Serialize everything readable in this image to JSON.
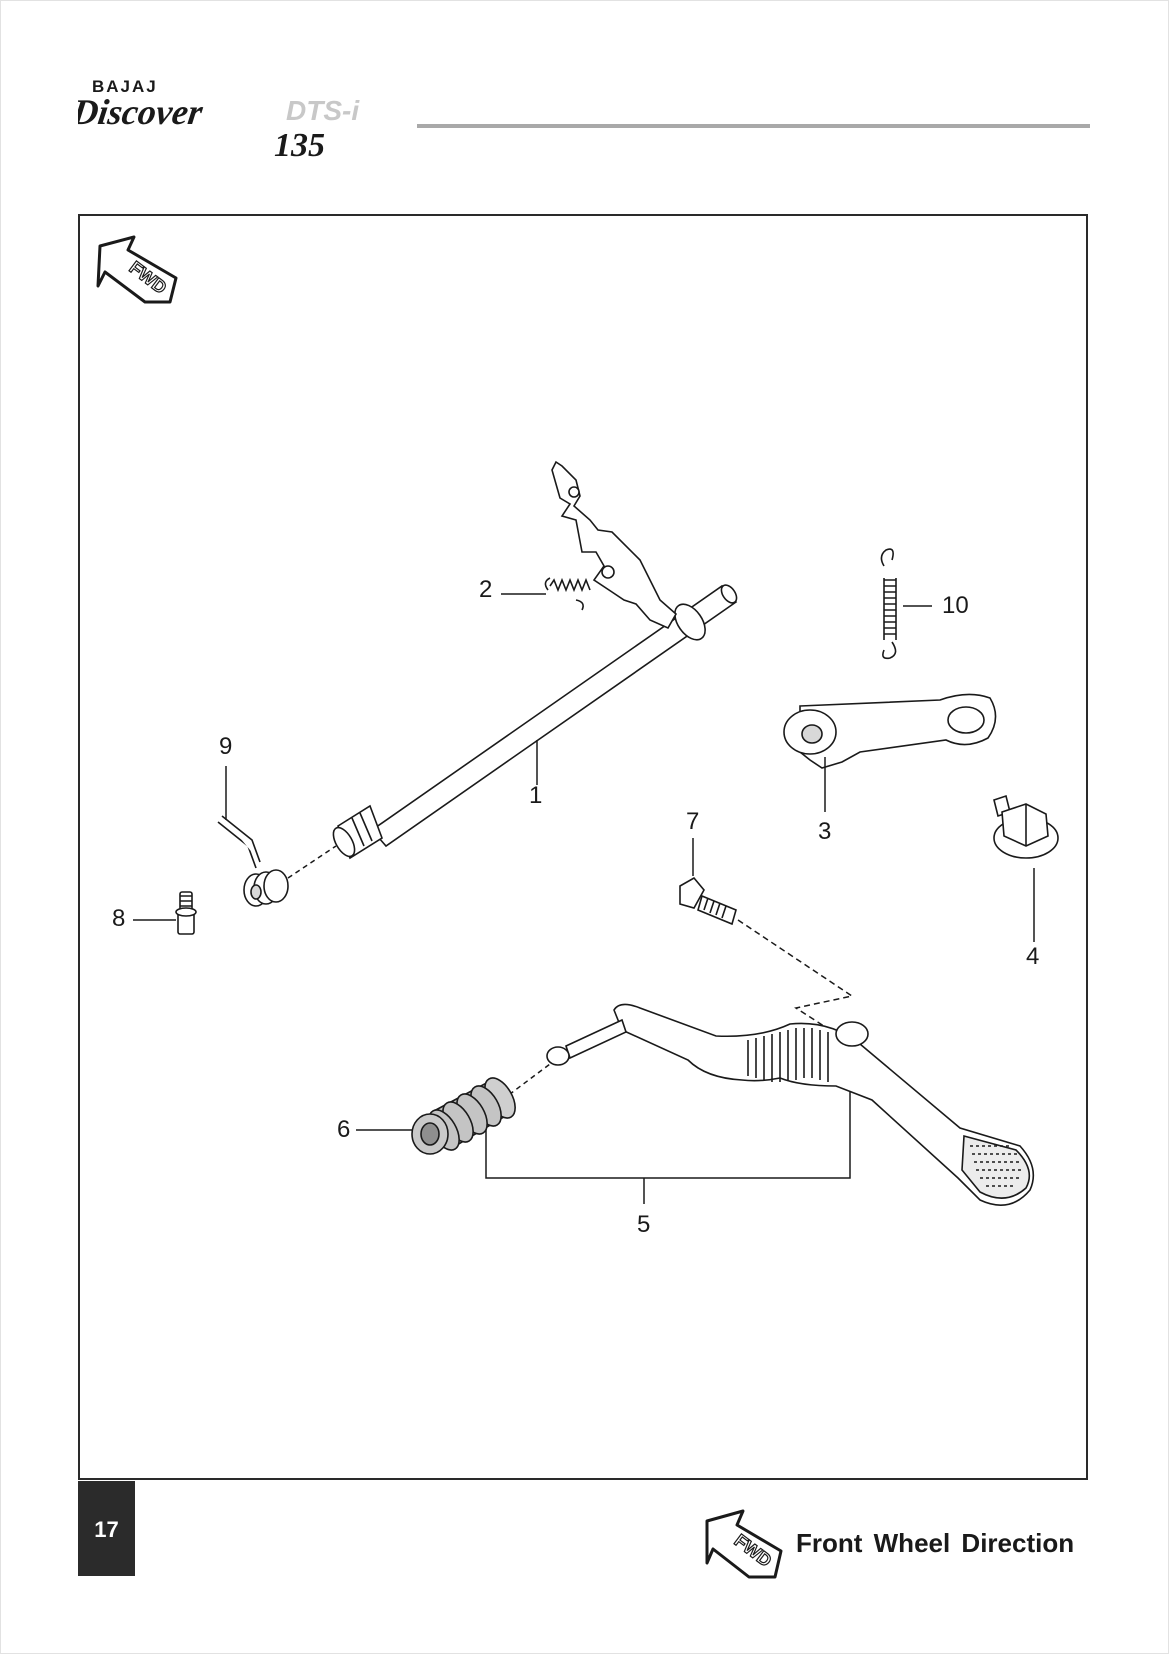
{
  "header": {
    "maker": "BAJAJ",
    "model": "Discover",
    "variant": "DTS-i",
    "displacement": "135"
  },
  "diagram": {
    "fwd_badge": "FWD",
    "callouts": [
      "1",
      "2",
      "3",
      "4",
      "5",
      "6",
      "7",
      "8",
      "9",
      "10"
    ]
  },
  "footer": {
    "page_number": "17",
    "legend_badge": "FWD",
    "legend_text": "Front Wheel Direction"
  },
  "colors": {
    "ink": "#1a1a1a",
    "rule": "#a9a9a9",
    "page_tab": "#2b2b2b"
  },
  "icons": [
    "fwd-arrow-icon"
  ]
}
